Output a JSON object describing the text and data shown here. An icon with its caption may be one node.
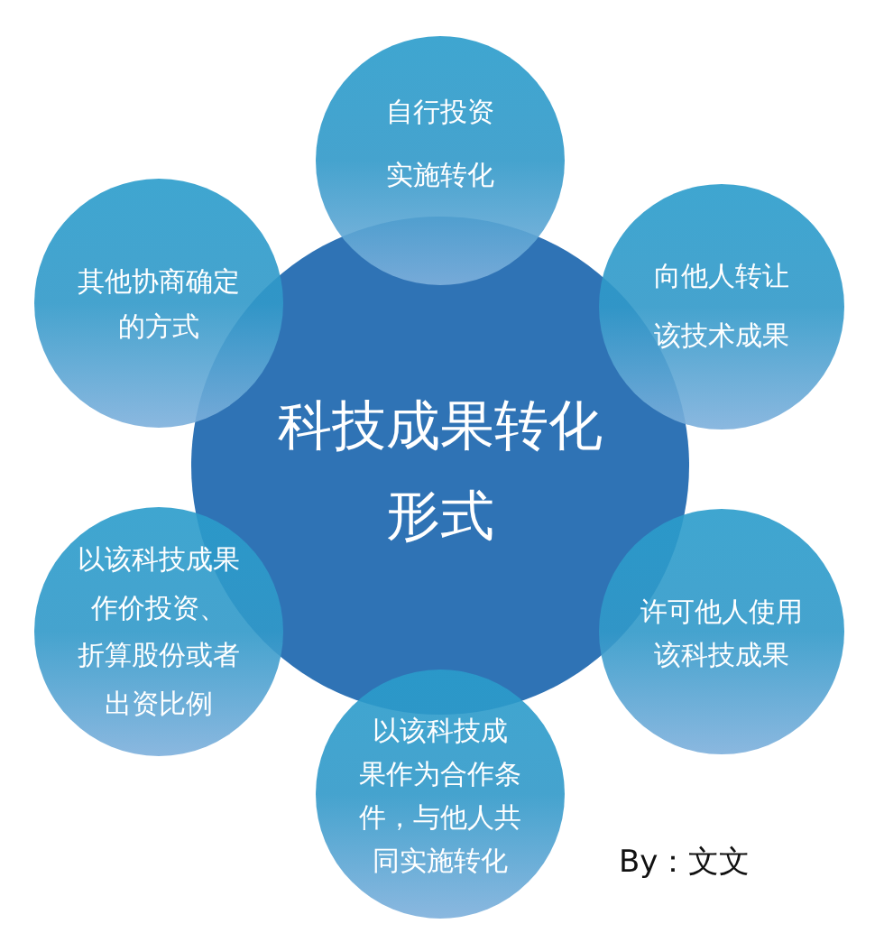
{
  "diagram": {
    "nodes": [
      {
        "text": [
          "科技成果转化形式"
        ]
      },
      {
        "text": [
          "自行投资实施转化"
        ]
      },
      {
        "text": [
          "向他人转让该技术成果"
        ]
      },
      {
        "text": [
          "许可他人使用该科技成果"
        ]
      },
      {
        "text": [
          "以该科技成果作为合作条件，与他人共同实施转化"
        ]
      },
      {
        "text": [
          "以该科技成果作价投资、折算股份或者出资比例"
        ]
      },
      {
        "text": [
          "其他协商确定的方式"
        ]
      }
    ],
    "labels": [
      "By：文文"
    ]
  }
}
